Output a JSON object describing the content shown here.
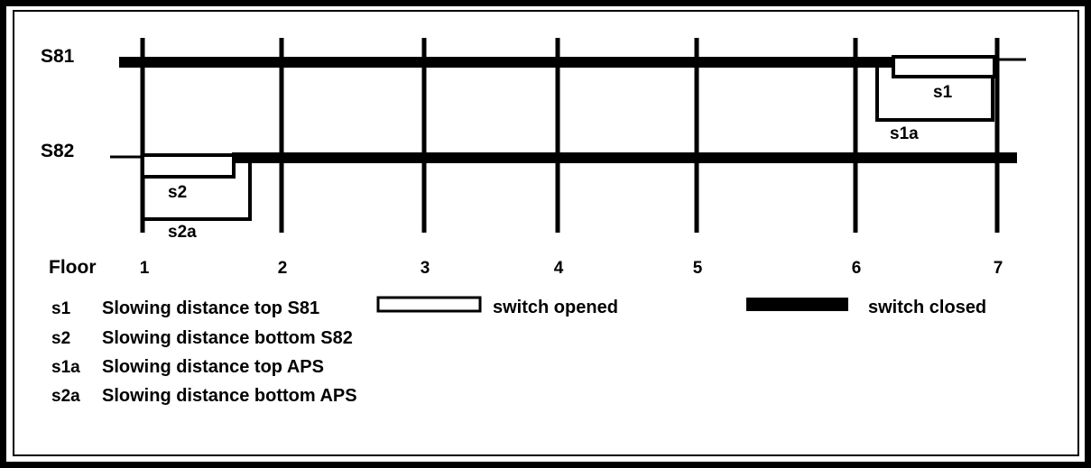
{
  "diagram": {
    "title_shafts": [
      {
        "id": "S81",
        "label": "S81"
      },
      {
        "id": "S82",
        "label": "S82"
      }
    ],
    "axis": {
      "label": "Floor",
      "ticks": [
        "1",
        "2",
        "3",
        "4",
        "5",
        "6",
        "7"
      ]
    },
    "distance_labels": [
      {
        "id": "s1",
        "label": "s1"
      },
      {
        "id": "s1a",
        "label": "s1a"
      },
      {
        "id": "s2",
        "label": "s2"
      },
      {
        "id": "s2a",
        "label": "s2a"
      }
    ]
  },
  "legend": {
    "entries": [
      {
        "key": "s1",
        "description": "Slowing distance top S81"
      },
      {
        "key": "s2",
        "description": "Slowing distance bottom S82"
      },
      {
        "key": "s1a",
        "description": "Slowing distance top APS"
      },
      {
        "key": "s2a",
        "description": "Slowing distance bottom APS"
      }
    ],
    "swatches": [
      {
        "id": "switch-opened",
        "label": "switch opened",
        "fill": "#ffffff",
        "stroke": "#000000"
      },
      {
        "id": "switch-closed",
        "label": "switch closed",
        "fill": "#000000",
        "stroke": "#000000"
      }
    ]
  },
  "colors": {
    "ink": "#000000",
    "paper": "#ffffff"
  }
}
